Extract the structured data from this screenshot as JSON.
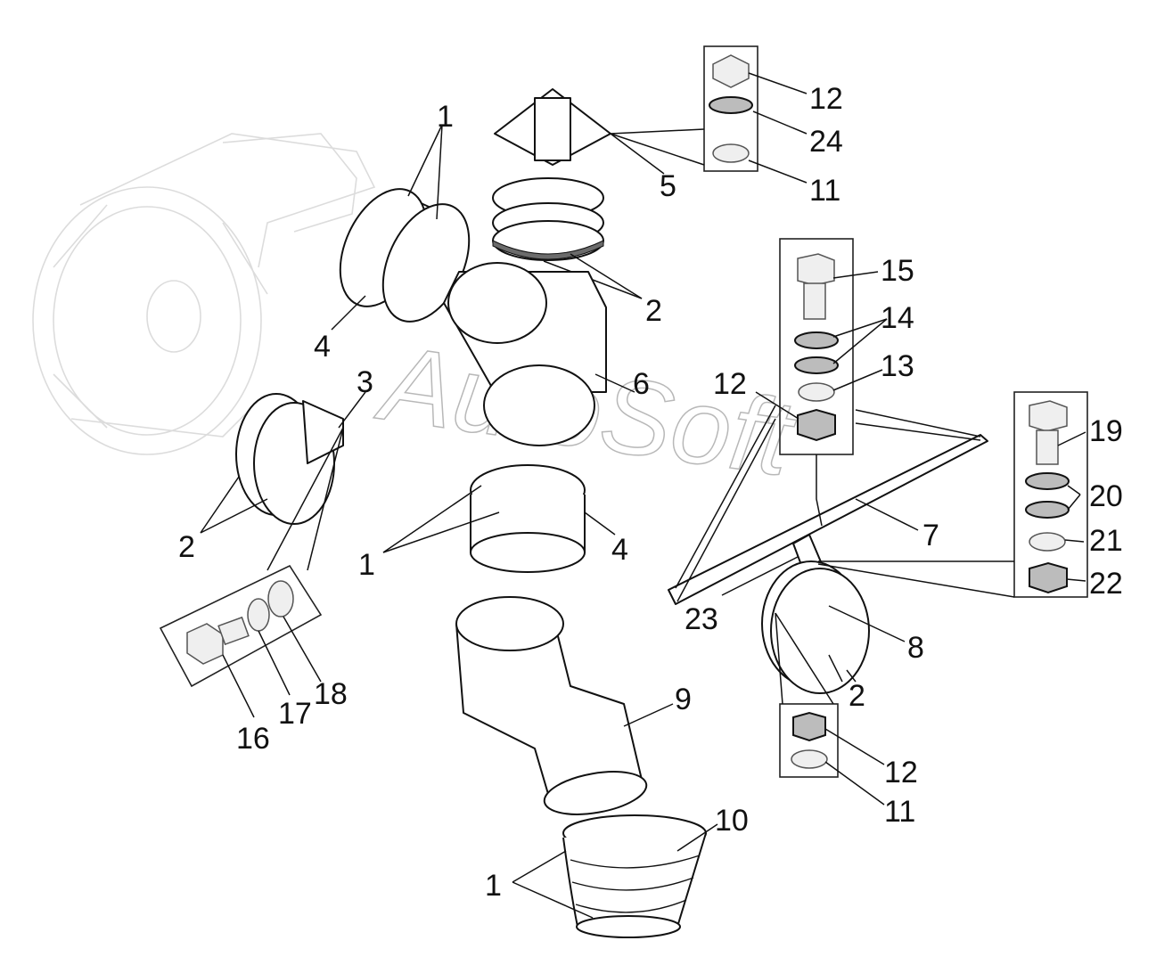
{
  "watermark": "AutoSoft",
  "callouts": [
    {
      "id": "c1a",
      "text": "1"
    },
    {
      "id": "c12a",
      "text": "12"
    },
    {
      "id": "c24",
      "text": "24"
    },
    {
      "id": "c5",
      "text": "5"
    },
    {
      "id": "c11a",
      "text": "11"
    },
    {
      "id": "c2a",
      "text": "2"
    },
    {
      "id": "c4a",
      "text": "4"
    },
    {
      "id": "c3",
      "text": "3"
    },
    {
      "id": "c15",
      "text": "15"
    },
    {
      "id": "c14",
      "text": "14"
    },
    {
      "id": "c13",
      "text": "13"
    },
    {
      "id": "c12b",
      "text": "12"
    },
    {
      "id": "c6",
      "text": "6"
    },
    {
      "id": "c19",
      "text": "19"
    },
    {
      "id": "c20",
      "text": "20"
    },
    {
      "id": "c2b",
      "text": "2"
    },
    {
      "id": "c1b",
      "text": "1"
    },
    {
      "id": "c4b",
      "text": "4"
    },
    {
      "id": "c7",
      "text": "7"
    },
    {
      "id": "c21",
      "text": "21"
    },
    {
      "id": "c22",
      "text": "22"
    },
    {
      "id": "c23",
      "text": "23"
    },
    {
      "id": "c8",
      "text": "8"
    },
    {
      "id": "c18",
      "text": "18"
    },
    {
      "id": "c17",
      "text": "17"
    },
    {
      "id": "c16",
      "text": "16"
    },
    {
      "id": "c9",
      "text": "9"
    },
    {
      "id": "c2c",
      "text": "2"
    },
    {
      "id": "c12c",
      "text": "12"
    },
    {
      "id": "c11b",
      "text": "11"
    },
    {
      "id": "c10",
      "text": "10"
    },
    {
      "id": "c1c",
      "text": "1"
    }
  ]
}
